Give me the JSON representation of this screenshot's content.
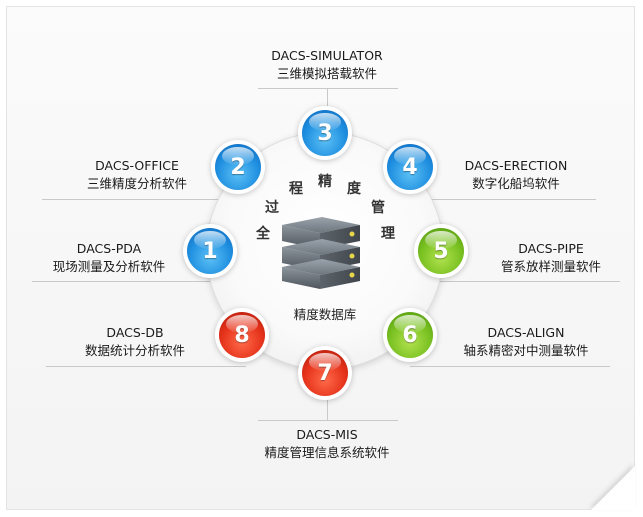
{
  "hub": {
    "arc_text": [
      "全",
      "过",
      "程",
      "精",
      "度",
      "管",
      "理"
    ],
    "center_label": "精度数据库"
  },
  "nodes": [
    {
      "number": "1",
      "title": "DACS-PDA",
      "subtitle": "现场测量及分析软件",
      "color": "#1f8fe0"
    },
    {
      "number": "2",
      "title": "DACS-OFFICE",
      "subtitle": "三维精度分析软件",
      "color": "#1f8fe0"
    },
    {
      "number": "3",
      "title": "DACS-SIMULATOR",
      "subtitle": "三维模拟搭载软件",
      "color": "#1f8fe0"
    },
    {
      "number": "4",
      "title": "DACS-ERECTION",
      "subtitle": "数字化船坞软件",
      "color": "#1f8fe0"
    },
    {
      "number": "5",
      "title": "DACS-PIPE",
      "subtitle": "管系放样测量软件",
      "color": "#78c020"
    },
    {
      "number": "6",
      "title": "DACS-ALIGN",
      "subtitle": "轴系精密对中测量软件",
      "color": "#78c020"
    },
    {
      "number": "7",
      "title": "DACS-MIS",
      "subtitle": "精度管理信息系统软件",
      "color": "#e5321a"
    },
    {
      "number": "8",
      "title": "DACS-DB",
      "subtitle": "数据统计分析软件",
      "color": "#e5321a"
    }
  ]
}
